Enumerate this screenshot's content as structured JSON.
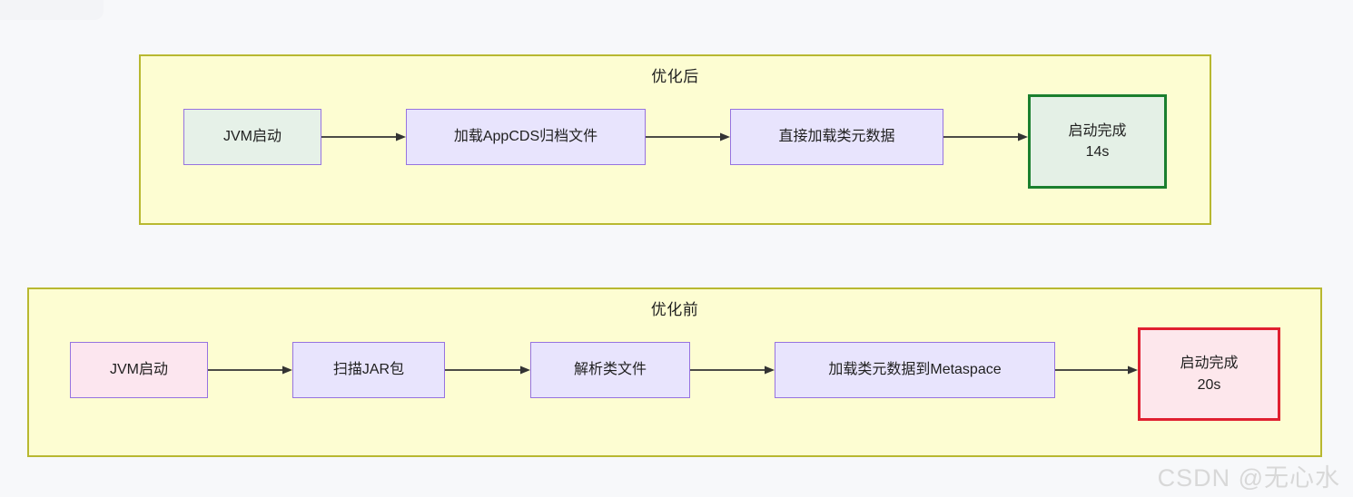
{
  "diagram": {
    "type": "flowchart",
    "background_color": "#f7f8fa",
    "watermark": "CSDN @无心水",
    "groups": [
      {
        "id": "after",
        "title": "优化后",
        "fill": "#fdfdd2",
        "border": "#b8b830",
        "nodes": [
          {
            "id": "a1",
            "label": "JVM启动",
            "sub": "",
            "style": "green",
            "fill": "#e6f1e8",
            "border": "#9673e0"
          },
          {
            "id": "a2",
            "label": "加载AppCDS归档文件",
            "sub": "",
            "style": "purple",
            "fill": "#e8e4fd",
            "border": "#9673e0"
          },
          {
            "id": "a3",
            "label": "直接加载类元数据",
            "sub": "",
            "style": "purple",
            "fill": "#e8e4fd",
            "border": "#9673e0"
          },
          {
            "id": "a4",
            "label": "启动完成",
            "sub": "14s",
            "style": "green-strong",
            "fill": "#e4f0e6",
            "border": "#1a7f2e"
          }
        ]
      },
      {
        "id": "before",
        "title": "优化前",
        "fill": "#fdfdd2",
        "border": "#b8b830",
        "nodes": [
          {
            "id": "b1",
            "label": "JVM启动",
            "sub": "",
            "style": "pink",
            "fill": "#fce6ef",
            "border": "#9673e0"
          },
          {
            "id": "b2",
            "label": "扫描JAR包",
            "sub": "",
            "style": "purple",
            "fill": "#e8e4fd",
            "border": "#9673e0"
          },
          {
            "id": "b3",
            "label": "解析类文件",
            "sub": "",
            "style": "purple",
            "fill": "#e8e4fd",
            "border": "#9673e0"
          },
          {
            "id": "b4",
            "label": "加载类元数据到Metaspace",
            "sub": "",
            "style": "purple",
            "fill": "#e8e4fd",
            "border": "#9673e0"
          },
          {
            "id": "b5",
            "label": "启动完成",
            "sub": "20s",
            "style": "red-strong",
            "fill": "#fde7ec",
            "border": "#e02030"
          }
        ]
      }
    ],
    "arrow_color": "#333333"
  }
}
